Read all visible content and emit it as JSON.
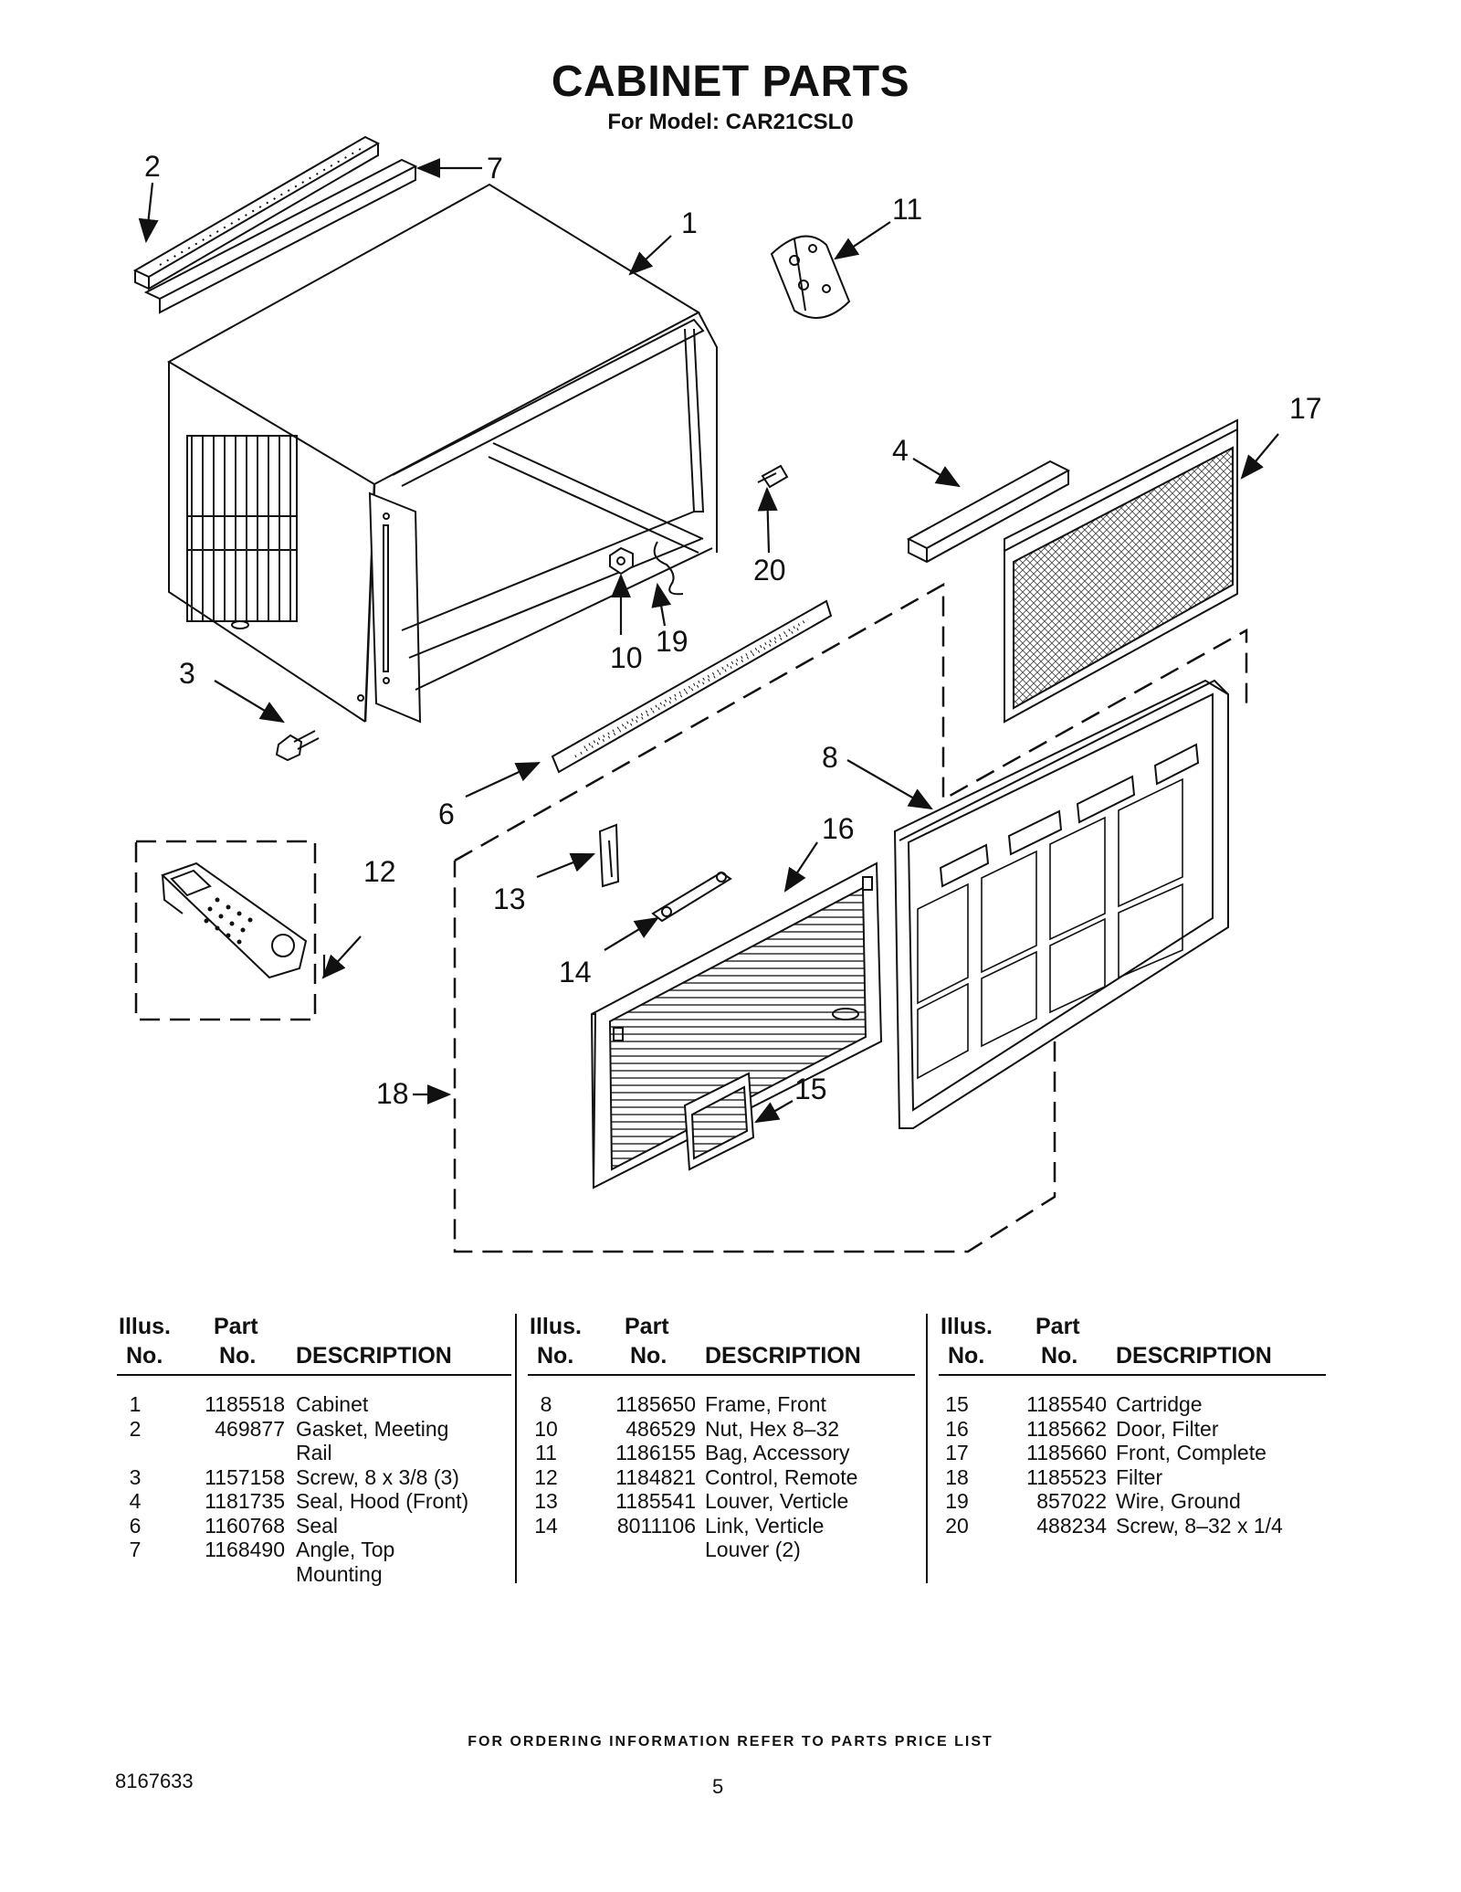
{
  "title": "CABINET PARTS",
  "subtitle": "For Model: CAR21CSL0",
  "callouts": [
    "1",
    "2",
    "3",
    "4",
    "6",
    "7",
    "8",
    "10",
    "11",
    "12",
    "13",
    "14",
    "15",
    "16",
    "17",
    "18",
    "19",
    "20"
  ],
  "table_headers": {
    "illus": "Illus.",
    "part": "Part",
    "no": "No.",
    "description": "DESCRIPTION"
  },
  "columns": [
    {
      "rows": [
        {
          "illus": "1",
          "part": "1185518",
          "desc": [
            "Cabinet"
          ]
        },
        {
          "illus": "2",
          "part": "469877",
          "desc": [
            "Gasket, Meeting",
            "Rail"
          ]
        },
        {
          "illus": "3",
          "part": "1157158",
          "desc": [
            "Screw, 8 x 3/8 (3)"
          ]
        },
        {
          "illus": "4",
          "part": "1181735",
          "desc": [
            "Seal, Hood (Front)"
          ]
        },
        {
          "illus": "6",
          "part": "1160768",
          "desc": [
            "Seal"
          ]
        },
        {
          "illus": "7",
          "part": "1168490",
          "desc": [
            "Angle, Top",
            "Mounting"
          ]
        }
      ]
    },
    {
      "rows": [
        {
          "illus": "8",
          "part": "1185650",
          "desc": [
            "Frame, Front"
          ]
        },
        {
          "illus": "10",
          "part": "486529",
          "desc": [
            "Nut, Hex 8–32"
          ]
        },
        {
          "illus": "11",
          "part": "1186155",
          "desc": [
            "Bag, Accessory"
          ]
        },
        {
          "illus": "12",
          "part": "1184821",
          "desc": [
            "Control, Remote"
          ]
        },
        {
          "illus": "13",
          "part": "1185541",
          "desc": [
            "Louver, Verticle"
          ]
        },
        {
          "illus": "14",
          "part": "8011106",
          "desc": [
            "Link, Verticle",
            "Louver (2)"
          ]
        }
      ]
    },
    {
      "rows": [
        {
          "illus": "15",
          "part": "1185540",
          "desc": [
            "Cartridge"
          ]
        },
        {
          "illus": "16",
          "part": "1185662",
          "desc": [
            "Door, Filter"
          ]
        },
        {
          "illus": "17",
          "part": "1185660",
          "desc": [
            "Front, Complete"
          ]
        },
        {
          "illus": "18",
          "part": "1185523",
          "desc": [
            "Filter"
          ]
        },
        {
          "illus": "19",
          "part": "857022",
          "desc": [
            "Wire, Ground"
          ]
        },
        {
          "illus": "20",
          "part": "488234",
          "desc": [
            "Screw, 8–32 x 1/4"
          ]
        }
      ]
    }
  ],
  "footer": "FOR ORDERING INFORMATION REFER TO PARTS PRICE LIST",
  "doc_number": "8167633",
  "page_number": "5"
}
